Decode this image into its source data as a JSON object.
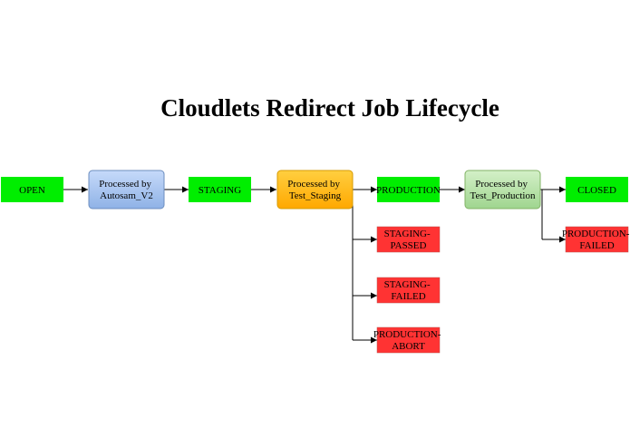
{
  "title": "Cloudlets Redirect Job Lifecycle",
  "colors": {
    "state_green": "#00ee00",
    "state_red": "#ff3333",
    "autosam_blue": "#9ec0ef",
    "staging_orange": "#ffb800",
    "production_green": "#b5e3a8",
    "edge": "#000000"
  },
  "nodes": {
    "open": {
      "lines": [
        "OPEN"
      ]
    },
    "autosam": {
      "lines": [
        "Processed by",
        "Autosam_V2"
      ]
    },
    "staging": {
      "lines": [
        "STAGING"
      ]
    },
    "test_staging": {
      "lines": [
        "Processed by",
        "Test_Staging"
      ]
    },
    "production": {
      "lines": [
        "PRODUCTION"
      ]
    },
    "test_production": {
      "lines": [
        "Processed by",
        "Test_Production"
      ]
    },
    "closed": {
      "lines": [
        "CLOSED"
      ]
    },
    "staging_passed": {
      "lines": [
        "STAGING-",
        "PASSED"
      ]
    },
    "staging_failed": {
      "lines": [
        "STAGING-",
        "FAILED"
      ]
    },
    "production_abort": {
      "lines": [
        "PRODUCTION-",
        "ABORT"
      ]
    },
    "production_failed": {
      "lines": [
        "PRODUCTION-",
        "FAILED"
      ]
    }
  }
}
